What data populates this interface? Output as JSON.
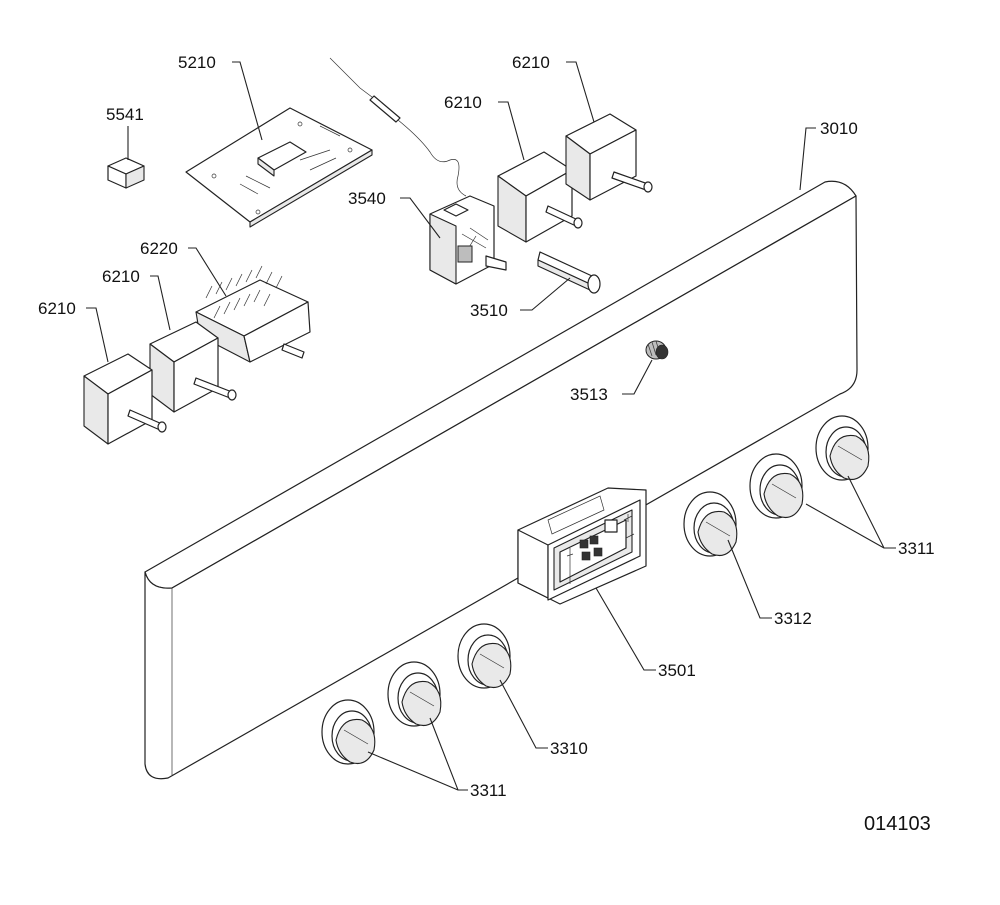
{
  "colors": {
    "line": "#222222",
    "background": "#ffffff",
    "shade": "#e9e9e9"
  },
  "drawing_number": "014103",
  "parts": {
    "p5210": "5210",
    "p5541": "5541",
    "p6210_a": "6210",
    "p6210_b": "6210",
    "p6210_c": "6210",
    "p6210_d": "6210",
    "p6220": "6220",
    "p3540": "3540",
    "p3510": "3510",
    "p3010": "3010",
    "p3513": "3513",
    "p3501": "3501",
    "p3312": "3312",
    "p3311_right": "3311",
    "p3310": "3310",
    "p3311_left": "3311"
  }
}
